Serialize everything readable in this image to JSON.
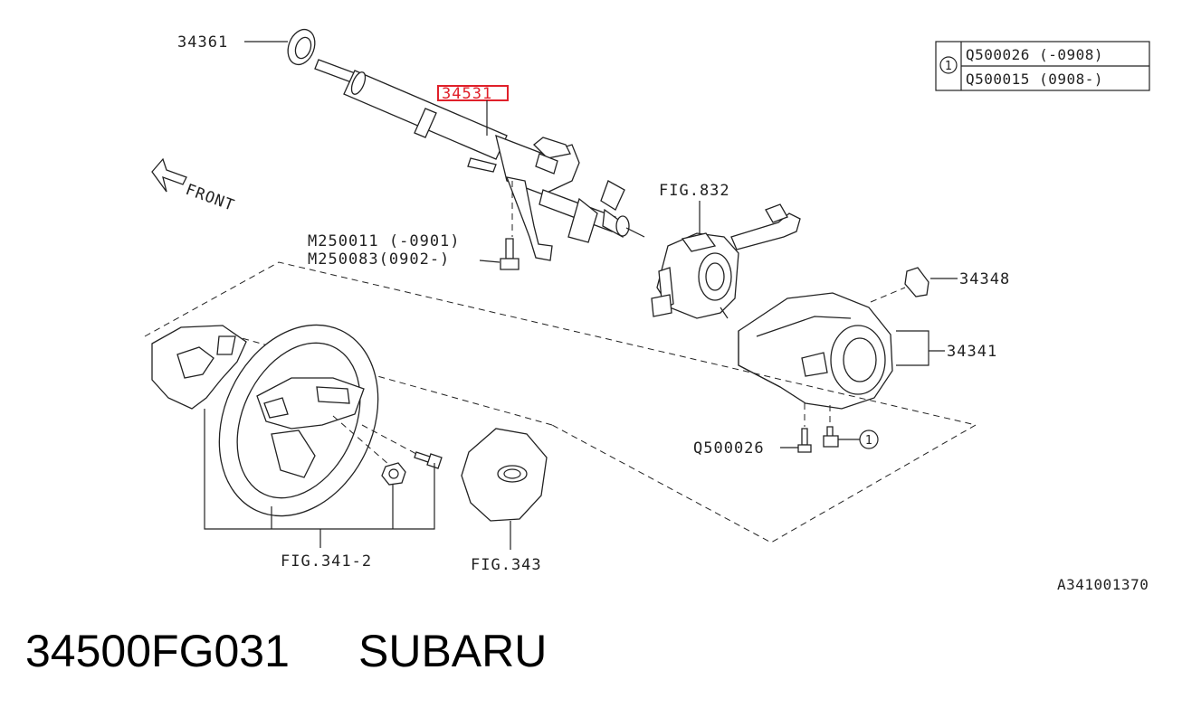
{
  "diagram": {
    "labels": {
      "p34361": "34361",
      "p34531": "34531",
      "front": "FRONT",
      "fig832": "FIG.832",
      "m250011": "M250011 (-0901)",
      "m250083": "M250083(0902-)",
      "p34348": "34348",
      "p34341": "34341",
      "q500026": "Q500026",
      "circle1": "1",
      "fig3412": "FIG.341-2",
      "fig343": "FIG.343",
      "ref_code": "A341001370"
    },
    "legend": {
      "marker": "1",
      "rows": [
        "Q500026 (-0908)",
        "Q500015 (0908-)"
      ]
    },
    "highlight_color": "#e0202a"
  },
  "footer": {
    "part_number": "34500FG031",
    "brand": "SUBARU"
  }
}
